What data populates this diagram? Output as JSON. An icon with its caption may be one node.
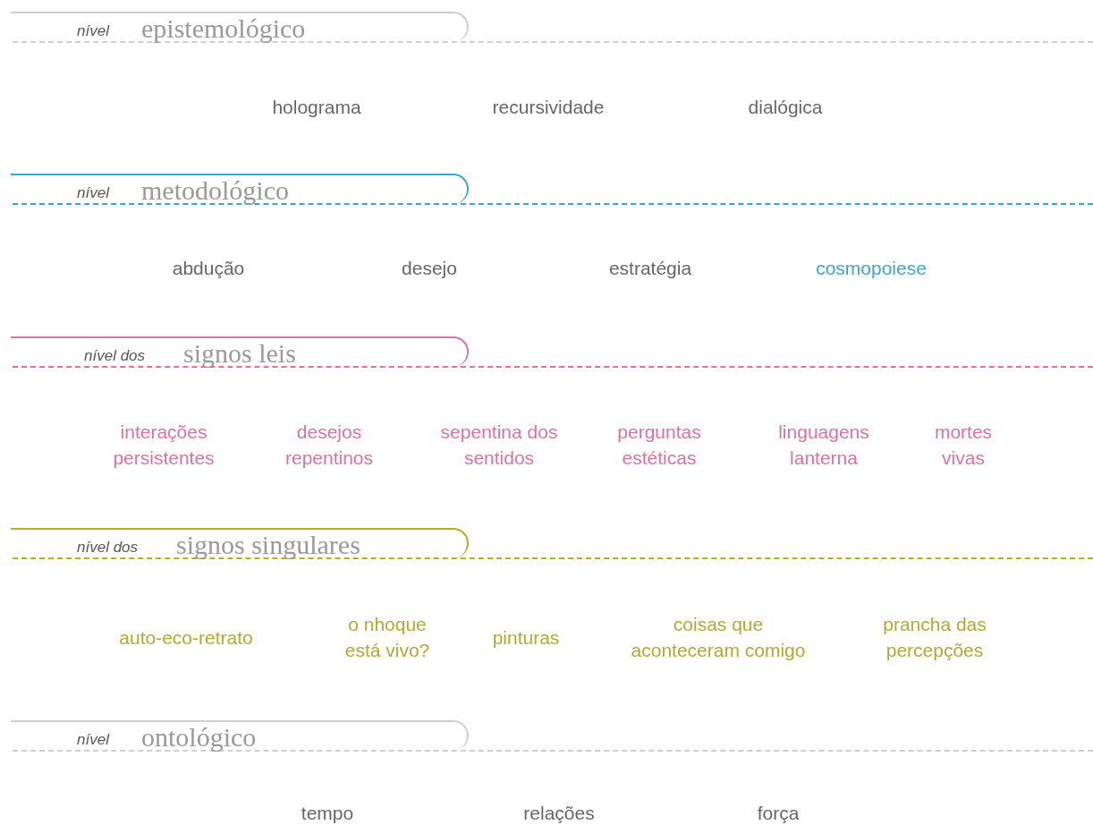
{
  "diagram": {
    "nodes": [
      {
        "text": [
          "nível",
          "epistemológico"
        ]
      },
      {
        "text": [
          "nível",
          "metodológico"
        ]
      },
      {
        "text": [
          "nível dos",
          "signos leis"
        ]
      },
      {
        "text": [
          "nível dos",
          "signos singulares"
        ]
      },
      {
        "text": [
          "nível",
          "ontológico"
        ]
      }
    ],
    "labels": [
      "holograma",
      "recursividade",
      "dialógica",
      "abdução",
      "desejo",
      "estratégia",
      "cosmopoiese",
      "interações persistentes",
      "desejos repentinos",
      "sepentina dos sentidos",
      "perguntas estéticas",
      "linguagens lanterna",
      "mortes vivas",
      "auto-eco-retrato",
      "o nhoque está vivo?",
      "pinturas",
      "coisas que aconteceram comigo",
      "prancha das percepções",
      "tempo",
      "relações",
      "força"
    ]
  }
}
